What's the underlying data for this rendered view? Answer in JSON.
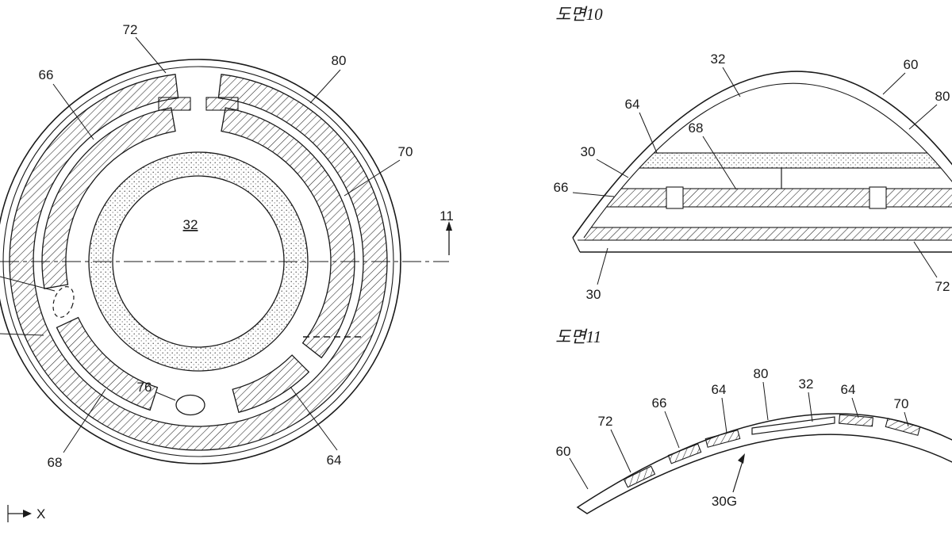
{
  "figures": {
    "top_view": {
      "ref_72": "72",
      "ref_80": "80",
      "ref_66": "66",
      "ref_70": "70",
      "ref_32": "32",
      "ref_11": "11",
      "ref_76": "76",
      "ref_68": "68",
      "ref_64": "64",
      "axis_x": "X"
    },
    "drawing10": {
      "title": "도면10",
      "ref_32": "32",
      "ref_60": "60",
      "ref_80": "80",
      "ref_64": "64",
      "ref_68": "68",
      "ref_30_upper": "30",
      "ref_66": "66",
      "ref_30_lower": "30",
      "ref_72": "72"
    },
    "drawing11": {
      "title": "도면11",
      "ref_60": "60",
      "ref_72": "72",
      "ref_66": "66",
      "ref_64_left": "64",
      "ref_80": "80",
      "ref_32": "32",
      "ref_64_right": "64",
      "ref_70": "70",
      "ref_30g": "30G"
    }
  },
  "colors": {
    "ink": "#1a1a1a",
    "background": "#ffffff"
  }
}
